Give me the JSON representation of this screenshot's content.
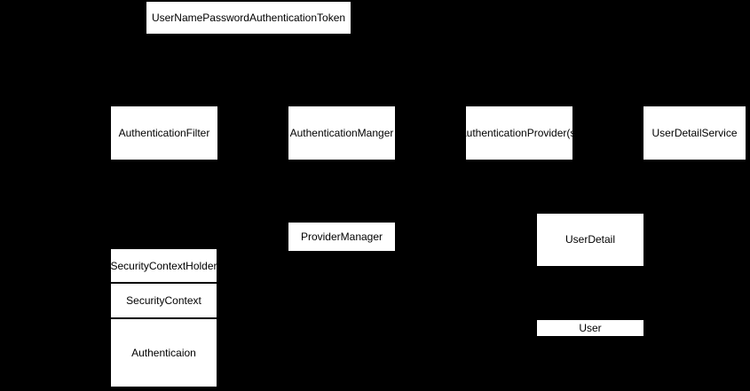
{
  "diagram": {
    "background_color": "#000000",
    "node_fill_color": "#ffffff",
    "node_text_color": "#000000",
    "nodes": {
      "token": {
        "label": "UserNamePasswordAuthenticationToken"
      },
      "authenticationFilter": {
        "label": "AuthenticationFilter"
      },
      "authenticationManger": {
        "label": "AuthenticationManger"
      },
      "authenticationProvider": {
        "label": "AuthenticationProvider(s)"
      },
      "userDetailService": {
        "label": "UserDetailService"
      },
      "providerManager": {
        "label": "ProviderManager"
      },
      "userDetail": {
        "label": "UserDetail"
      },
      "user": {
        "label": "User"
      }
    },
    "securityStack": {
      "sections": [
        {
          "label": "SecurityContextHolder"
        },
        {
          "label": "SecurityContext"
        },
        {
          "label": "Authenticaion"
        }
      ]
    }
  }
}
